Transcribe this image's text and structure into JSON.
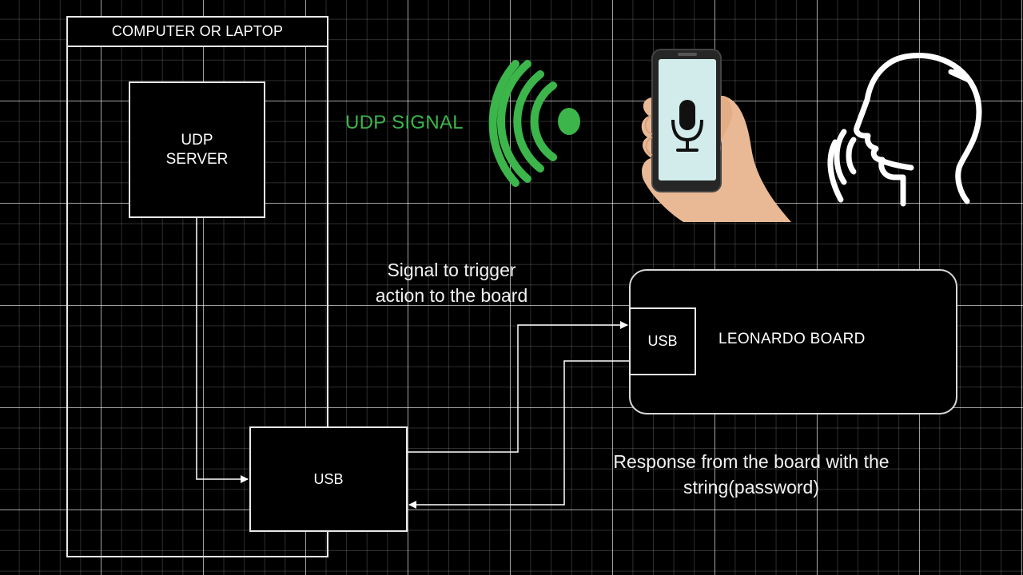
{
  "computer": {
    "title": "COMPUTER OR LAPTOP"
  },
  "udp_server": {
    "line1": "UDP",
    "line2": "SERVER"
  },
  "usb_computer": {
    "label": "USB"
  },
  "udp_signal": {
    "label": "UDP SIGNAL",
    "color": "#3cb54a"
  },
  "leonardo": {
    "label": "LEONARDO BOARD",
    "usb_label": "USB"
  },
  "captions": {
    "trigger_line1": "Signal to trigger",
    "trigger_line2": "action to the board",
    "response_line1": "Response from the board with the",
    "response_line2": "string(password)"
  },
  "icons": [
    "wifi-signal-icon",
    "smartphone-microphone-icon",
    "speaking-head-icon"
  ]
}
